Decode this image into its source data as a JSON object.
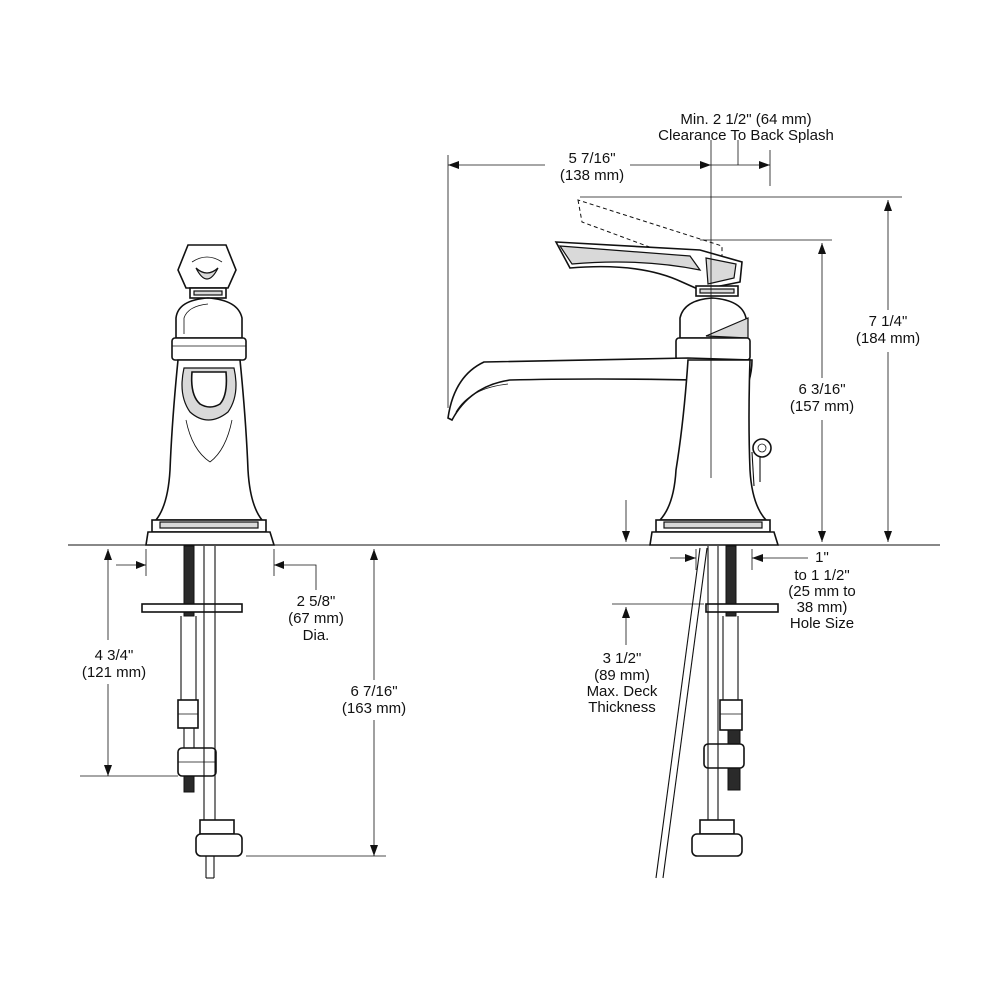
{
  "dimensions": {
    "clearance": {
      "line1": "Min. 2 1/2\" (64 mm)",
      "line2": "Clearance To Back Splash"
    },
    "spout_reach": {
      "line1": "5 7/16\"",
      "line2": "(138 mm)"
    },
    "overall_height": {
      "line1": "7 1/4\"",
      "line2": "(184 mm)"
    },
    "spout_height": {
      "line1": "6 3/16\"",
      "line2": "(157 mm)"
    },
    "hole_size": {
      "line1": "1\"",
      "line2": "to 1 1/2\"",
      "line3": "(25 mm to",
      "line4": "38 mm)",
      "line5": "Hole Size"
    },
    "deck_thickness": {
      "line1": "3 1/2\"",
      "line2": "(89 mm)",
      "line3": "Max. Deck",
      "line4": "Thickness"
    },
    "base_diameter": {
      "line1": "2 5/8\"",
      "line2": "(67 mm)",
      "line3": "Dia."
    },
    "shank_length": {
      "line1": "4 3/4\"",
      "line2": "(121 mm)"
    },
    "supply_length": {
      "line1": "6 7/16\"",
      "line2": "(163 mm)"
    }
  },
  "colors": {
    "line": "#111111",
    "background": "#ffffff",
    "shade": "#d9d9d9"
  }
}
